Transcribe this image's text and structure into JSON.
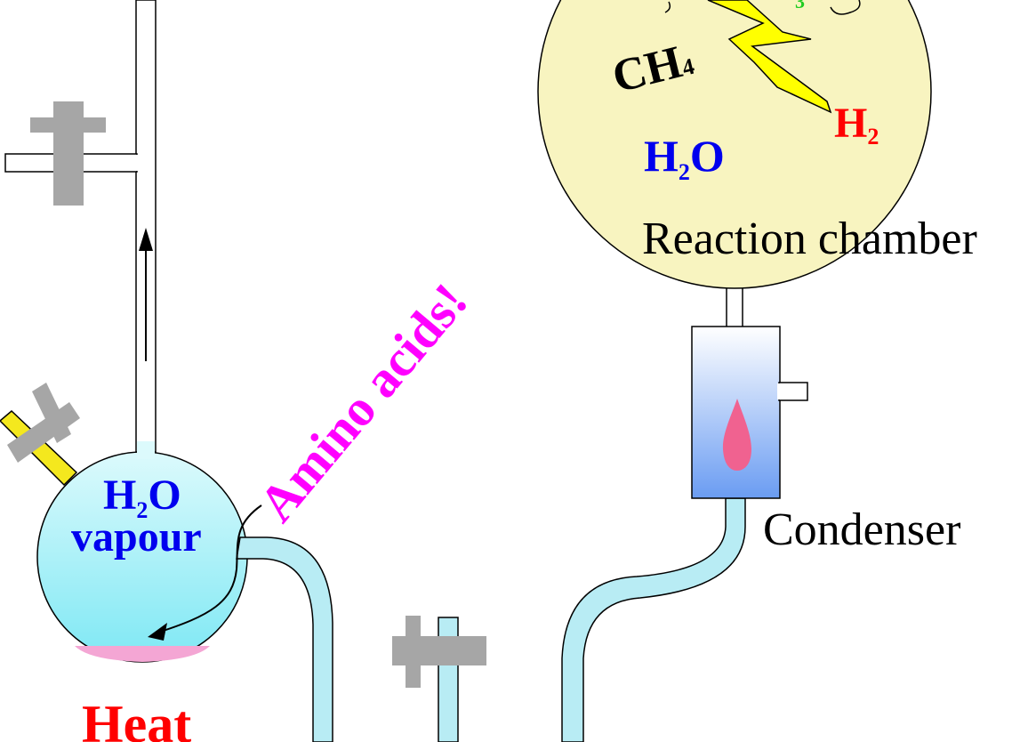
{
  "diagram": {
    "chamber_label": "Reaction chamber",
    "condenser_label": "Condenser",
    "heat_label": "Heat",
    "amino_label": "Amino acids!",
    "vapour_line1_prefix": "H",
    "vapour_line1_sub": "2",
    "vapour_line1_suffix": "O",
    "vapour_line2": "vapour",
    "gases": {
      "ch4_main": "CH",
      "ch4_sub": "4",
      "h2_main": "H",
      "h2_sub": "2",
      "h2o_main1": "H",
      "h2o_sub": "2",
      "h2o_main2": "O",
      "nh3_sub_partial": "3"
    },
    "colors": {
      "chamber_fill": "#f8f4c0",
      "flask_fill": "#b8f4f8",
      "tube_fill": "#b8ecf4",
      "stopcock": "#a6a6a6",
      "amino": "#ff00ff",
      "heat": "#ff0000",
      "h2": "#ff0000",
      "h2o": "#0000ee",
      "lightning": "#ffff00",
      "flame": "#f06290"
    }
  }
}
